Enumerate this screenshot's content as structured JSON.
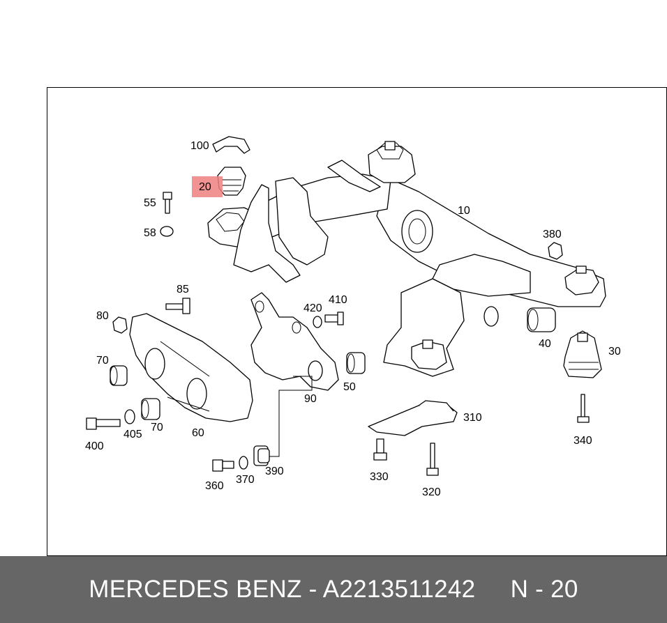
{
  "diagram": {
    "highlight_color": "#f08080",
    "highlighted_part": "20",
    "labels": {
      "l100": "100",
      "l20": "20",
      "l55": "55",
      "l58": "58",
      "l10": "10",
      "l380": "380",
      "l85": "85",
      "l80": "80",
      "l420": "420",
      "l410": "410",
      "l70a": "70",
      "l70b": "70",
      "l60": "60",
      "l90": "90",
      "l50": "50",
      "l40": "40",
      "l30": "30",
      "l400": "400",
      "l405": "405",
      "l310": "310",
      "l340": "340",
      "l330": "330",
      "l320": "320",
      "l360": "360",
      "l370": "370",
      "l390": "390"
    }
  },
  "footer": {
    "brand": "MERCEDES BENZ",
    "separator": "-",
    "part_number": "A2213511242",
    "position": "N - 20"
  }
}
